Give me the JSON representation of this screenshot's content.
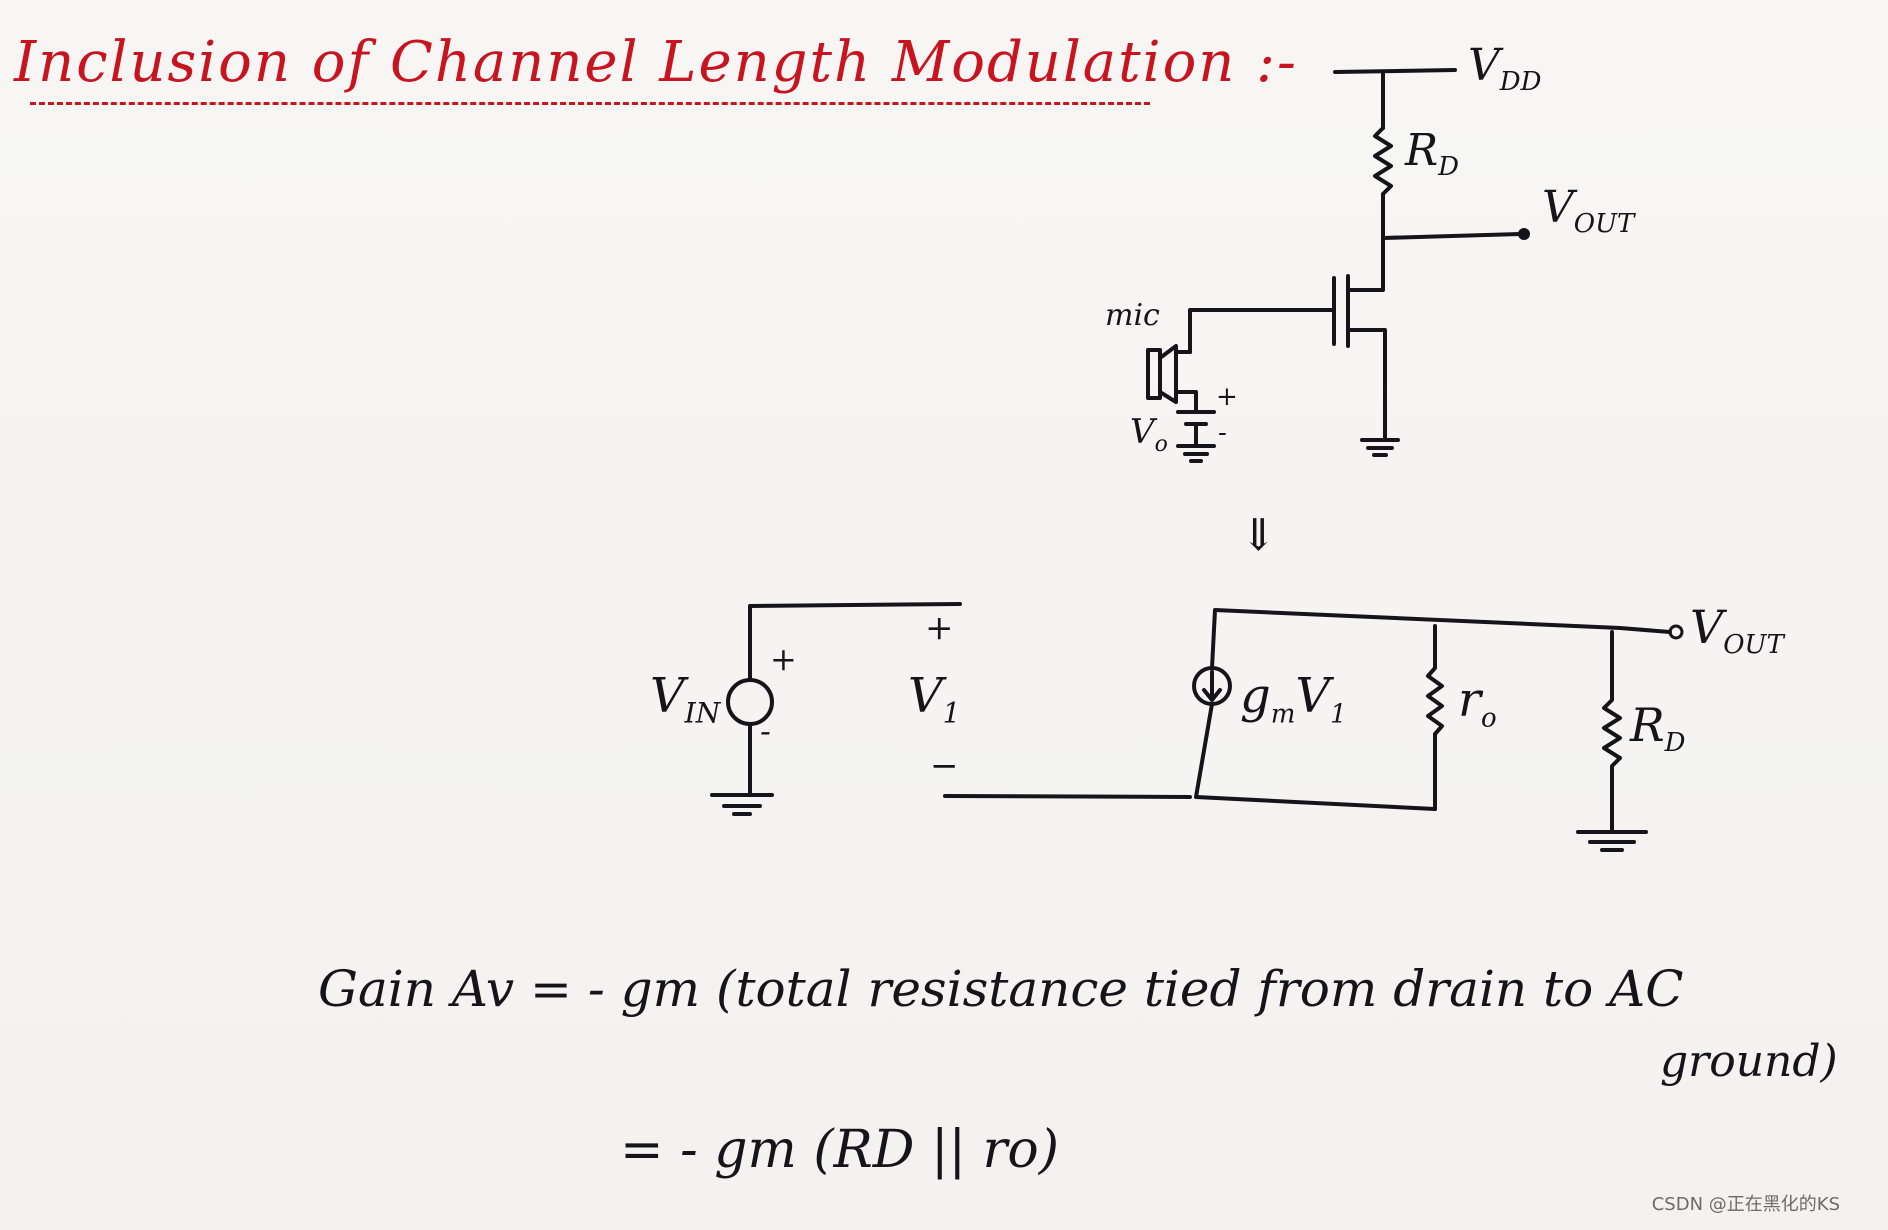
{
  "title": "Inclusion of Channel Length Modulation :-",
  "schematic": {
    "vdd": "V",
    "vdd_sub": "DD",
    "rd": "R",
    "rd_sub": "D",
    "vout": "V",
    "vout_sub": "OUT",
    "mic": "mic",
    "v0": "V",
    "v0_sub": "o",
    "plus": "+",
    "minus": "-"
  },
  "arrow": "⇓",
  "small_signal": {
    "vin": "V",
    "vin_sub": "IN",
    "src_plus": "+",
    "src_minus": "-",
    "v1": "V",
    "v1_sub": "1",
    "port_plus": "+",
    "port_minus": "−",
    "gm": "g",
    "gm_sub": "m",
    "gm_v": "V",
    "gm_v_sub": "1",
    "ro": "r",
    "ro_sub": "o",
    "rd": "R",
    "rd_sub": "D",
    "vout": "V",
    "vout_sub": "OUT"
  },
  "equation": {
    "line1": "Gain Av  = - gm (total resistance tied from drain to AC",
    "line1_cont": "ground)",
    "line2": "= - gm (RD || ro)"
  },
  "watermark": "CSDN @正在黑化的KS",
  "colors": {
    "ink": "#14141a",
    "title": "#c8141e",
    "paper": "#f6f5f3"
  }
}
